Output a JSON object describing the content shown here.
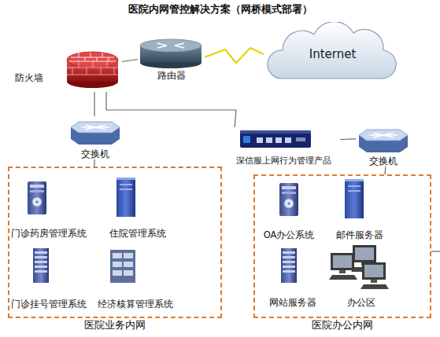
{
  "diagram": {
    "title": "医院内网管控解决方案（网桥模式部署）",
    "nodes": [
      {
        "text": [
          "防火墙"
        ]
      },
      {
        "text": [
          "路由器"
        ]
      },
      {
        "text": [
          "Internet"
        ]
      },
      {
        "text": [
          "交换机"
        ]
      },
      {
        "text": [
          "医院业务内网"
        ]
      },
      {
        "text": [
          "门诊药房管理系统"
        ],
        "in": 4
      },
      {
        "text": [
          "住院管理系统"
        ],
        "in": 4
      },
      {
        "text": [
          "门诊挂号管理系统"
        ],
        "in": 4
      },
      {
        "text": [
          "经济核算管理系统"
        ],
        "in": 4
      },
      {
        "text": [
          "深信服上网行为管理产品"
        ]
      },
      {
        "text": [
          "交换机"
        ]
      },
      {
        "text": [
          "医院办公内网"
        ]
      },
      {
        "text": [
          "OA办公系统"
        ],
        "in": 11
      },
      {
        "text": [
          "邮件服务器"
        ],
        "in": 11
      },
      {
        "text": [
          "网站服务器"
        ],
        "in": 11
      },
      {
        "text": [
          "办公区"
        ],
        "in": 11
      }
    ],
    "edges": [
      {
        "from": 0,
        "to": 1,
        "arrow": "none"
      },
      {
        "from": 1,
        "to": 2,
        "arrow": "none"
      },
      {
        "from": 0,
        "to": 3,
        "arrow": "none"
      },
      {
        "from": 3,
        "to": 4,
        "arrow": "none"
      },
      {
        "from": 0,
        "to": 9,
        "arrow": "none"
      },
      {
        "from": 9,
        "to": 10,
        "arrow": "none"
      },
      {
        "from": 10,
        "to": 11,
        "arrow": "none"
      }
    ]
  }
}
